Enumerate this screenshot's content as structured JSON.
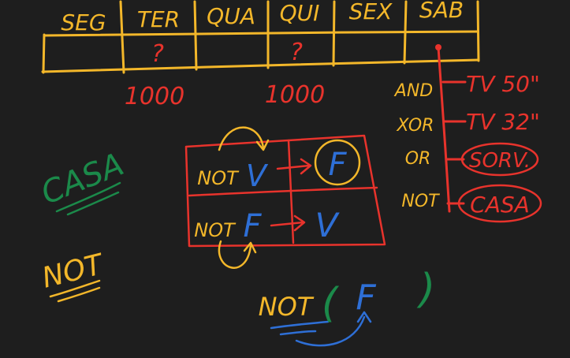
{
  "colors": {
    "background": "#1e1e1e",
    "yellow": "#f3b72a",
    "red": "#e8332c",
    "blue": "#2e6fd6",
    "green": "#1b8a4a"
  },
  "week_table": {
    "days": [
      "SEG",
      "TER",
      "QUA",
      "QUI",
      "SEX",
      "SAB"
    ],
    "row_marks": [
      "",
      "?",
      "",
      "?",
      "",
      ""
    ]
  },
  "amounts": [
    "1000",
    "1000"
  ],
  "operators": [
    "AND",
    "XOR",
    "OR",
    "NOT"
  ],
  "options": [
    "TV 50\"",
    "TV 32\"",
    "SORV.",
    "CASA"
  ],
  "casa_word": "CASA",
  "not_word": "NOT",
  "truth_box": {
    "row1": {
      "op": "NOT",
      "input": "V",
      "output": "F"
    },
    "row2": {
      "op": "NOT",
      "input": "F",
      "output": "V"
    }
  },
  "bottom_expr": {
    "op": "NOT",
    "open": "(",
    "value": "F",
    "close": ")"
  }
}
